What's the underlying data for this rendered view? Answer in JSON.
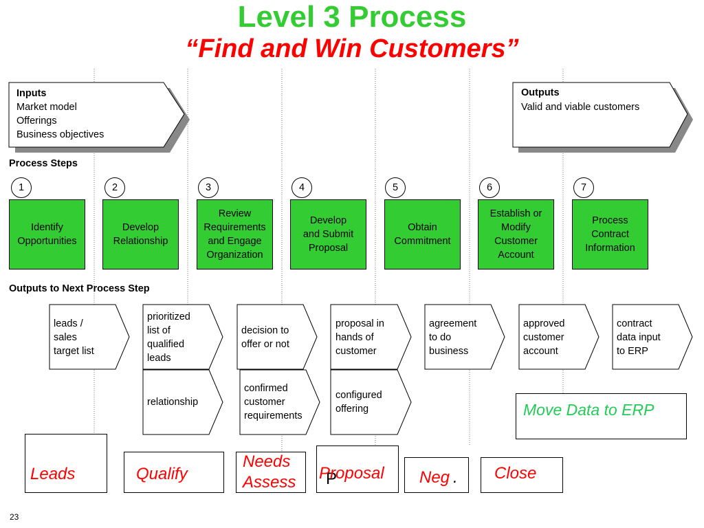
{
  "title": {
    "line1": "Level 3 Process",
    "line2": "“Find and Win Customers”"
  },
  "inputs": {
    "heading": "Inputs",
    "body": "Market model\nOfferings\nBusiness objectives"
  },
  "outputs": {
    "heading": "Outputs",
    "body": "Valid and viable customers"
  },
  "process_steps_label": "Process Steps",
  "outputs_next_label": "Outputs to Next Process Step",
  "steps": [
    {
      "num": "1",
      "label": "Identify\nOpportunities"
    },
    {
      "num": "2",
      "label": "Develop\nRelationship"
    },
    {
      "num": "3",
      "label": "Review\nRequirements\nand Engage\nOrganization"
    },
    {
      "num": "4",
      "label": "Develop\nand Submit\nProposal"
    },
    {
      "num": "5",
      "label": "Obtain\nCommitment"
    },
    {
      "num": "6",
      "label": "Establish or\nModify\nCustomer\nAccount"
    },
    {
      "num": "7",
      "label": "Process\nContract\nInformation"
    }
  ],
  "step_outputs_row1": [
    "leads /\nsales\ntarget list",
    "prioritized\nlist of\nqualified\nleads",
    "decision to\noffer or not",
    "proposal in\nhands of\ncustomer",
    "agreement\nto do\nbusiness",
    "approved\ncustomer\naccount",
    "contract\ndata input\nto ERP"
  ],
  "step_outputs_row2": [
    "relationship",
    "confirmed\ncustomer\nrequirements",
    "configured\noffering"
  ],
  "move_data": "Move Data to ERP",
  "stages": {
    "leads": "Leads",
    "qualify": "Qualify",
    "needs": "Needs\nAssess",
    "proposal_p": "P",
    "proposal": "Proposal",
    "neg": "Neg",
    "neg_dot": ".",
    "close": "Close"
  },
  "page_number": "23",
  "colors": {
    "title_green": "#33cc33",
    "title_red": "#ff0000",
    "step_fill": "#33cc33",
    "stage_red": "#ff0000",
    "erp_green": "#22cc55"
  }
}
